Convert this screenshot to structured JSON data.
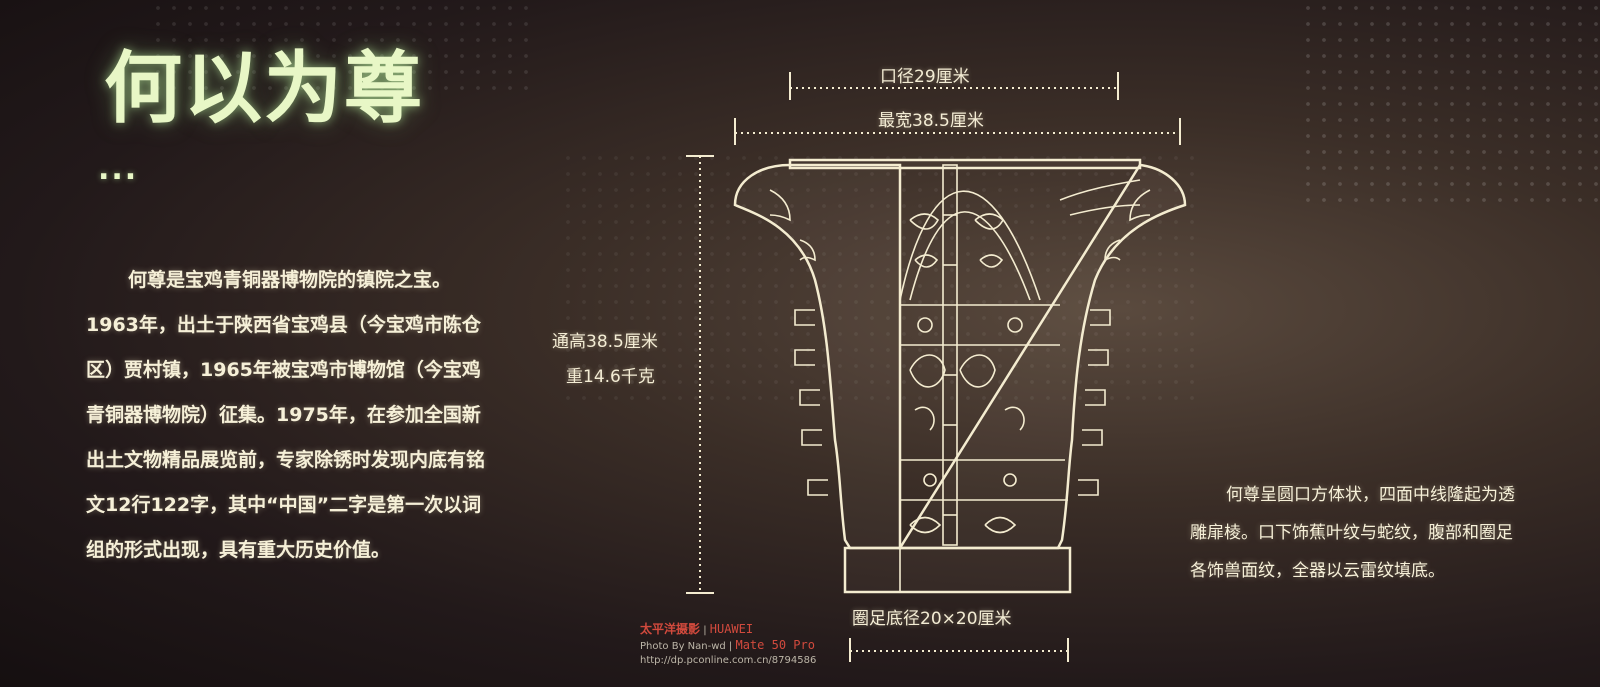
{
  "title": "何以为尊",
  "ellipsis": "...",
  "left_paragraph": "何尊是宝鸡青铜器博物院的镇院之宝。1963年，出土于陕西省宝鸡县（今宝鸡市陈仓区）贾村镇，1965年被宝鸡市博物馆（今宝鸡青铜器博物院）征集。1975年，在参加全国新出土文物精品展览前，专家除锈时发现内底有铭文12行122字，其中“中国”二字是第一次以词组的形式出现，具有重大历史价值。",
  "right_paragraph": "何尊呈圆口方体状，四面中线隆起为透雕扉棱。口下饰蕉叶纹与蛇纹，腹部和圈足各饰兽面纹，全器以云雷纹填底。",
  "dimensions": {
    "mouth_diameter": "口径29厘米",
    "max_width": "最宽38.5厘米",
    "height": "通高38.5厘米",
    "weight": "重14.6千克",
    "foot_diameter": "圈足底径20×20厘米"
  },
  "watermark": {
    "brand_line": "太平洋摄影",
    "phone_brand": "HUAWEI",
    "phone_model": "Mate 50 Pro",
    "credit": "Photo By Nan-wd",
    "url": "http://dp.pconline.com.cn/8794586"
  },
  "colors": {
    "title_glow": "#e8f7c6",
    "text": "#f6f0d8",
    "line_drawing": "#f4ecd0",
    "background": "#2a201d"
  }
}
